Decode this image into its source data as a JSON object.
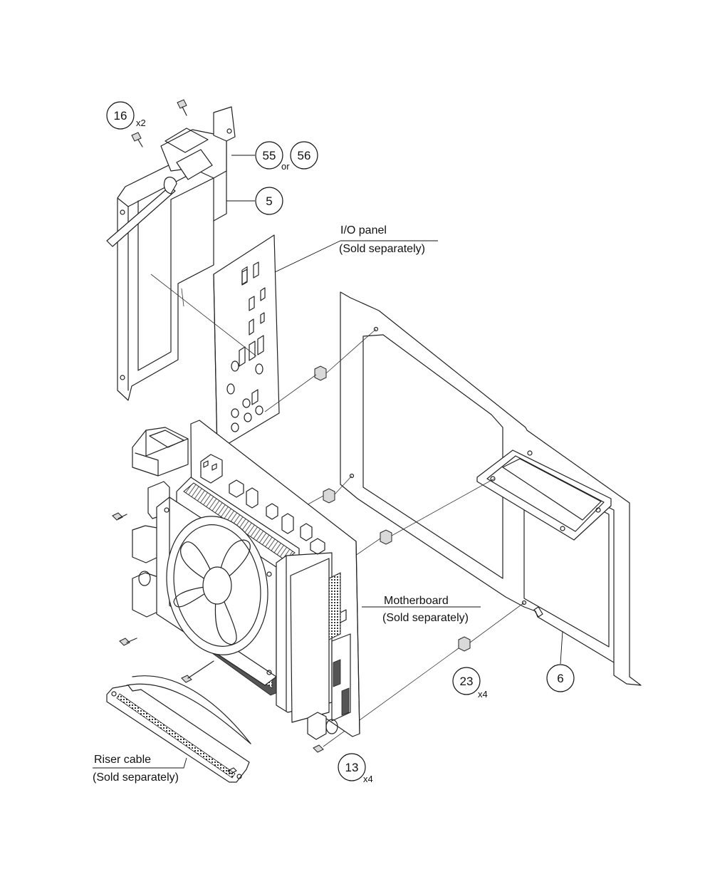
{
  "callouts": {
    "c16": "16",
    "c16_qty": "x2",
    "c55": "55",
    "c_or": "or",
    "c56": "56",
    "c5": "5",
    "c6": "6",
    "c23": "23",
    "c23_qty": "x4",
    "c13": "13",
    "c13_qty": "x4"
  },
  "labels": {
    "io_panel": "I/O panel",
    "io_panel_note": "(Sold separately)",
    "motherboard": "Motherboard",
    "motherboard_note": "(Sold separately)",
    "riser_cable": "Riser cable",
    "riser_cable_note": "(Sold separately)"
  }
}
